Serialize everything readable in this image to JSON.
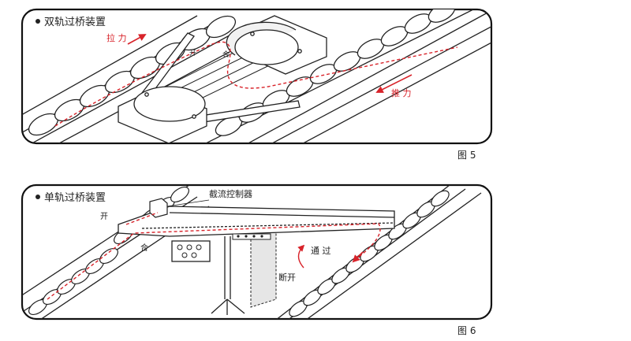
{
  "figure5": {
    "title": "双轨过桥装置",
    "caption": "图 5",
    "labels": {
      "pull": "拉 力",
      "push": "推 力",
      "open": "开",
      "close": "合"
    }
  },
  "figure6": {
    "title": "单轨过桥装置",
    "caption": "图 6",
    "labels": {
      "controller": "截流控制器",
      "open": "开",
      "close": "合",
      "pass": "通 过",
      "disconnect": "断开"
    }
  },
  "colors": {
    "line": "#1a1a1a",
    "accent": "#d8232a",
    "shade": "#e6e6e6"
  }
}
